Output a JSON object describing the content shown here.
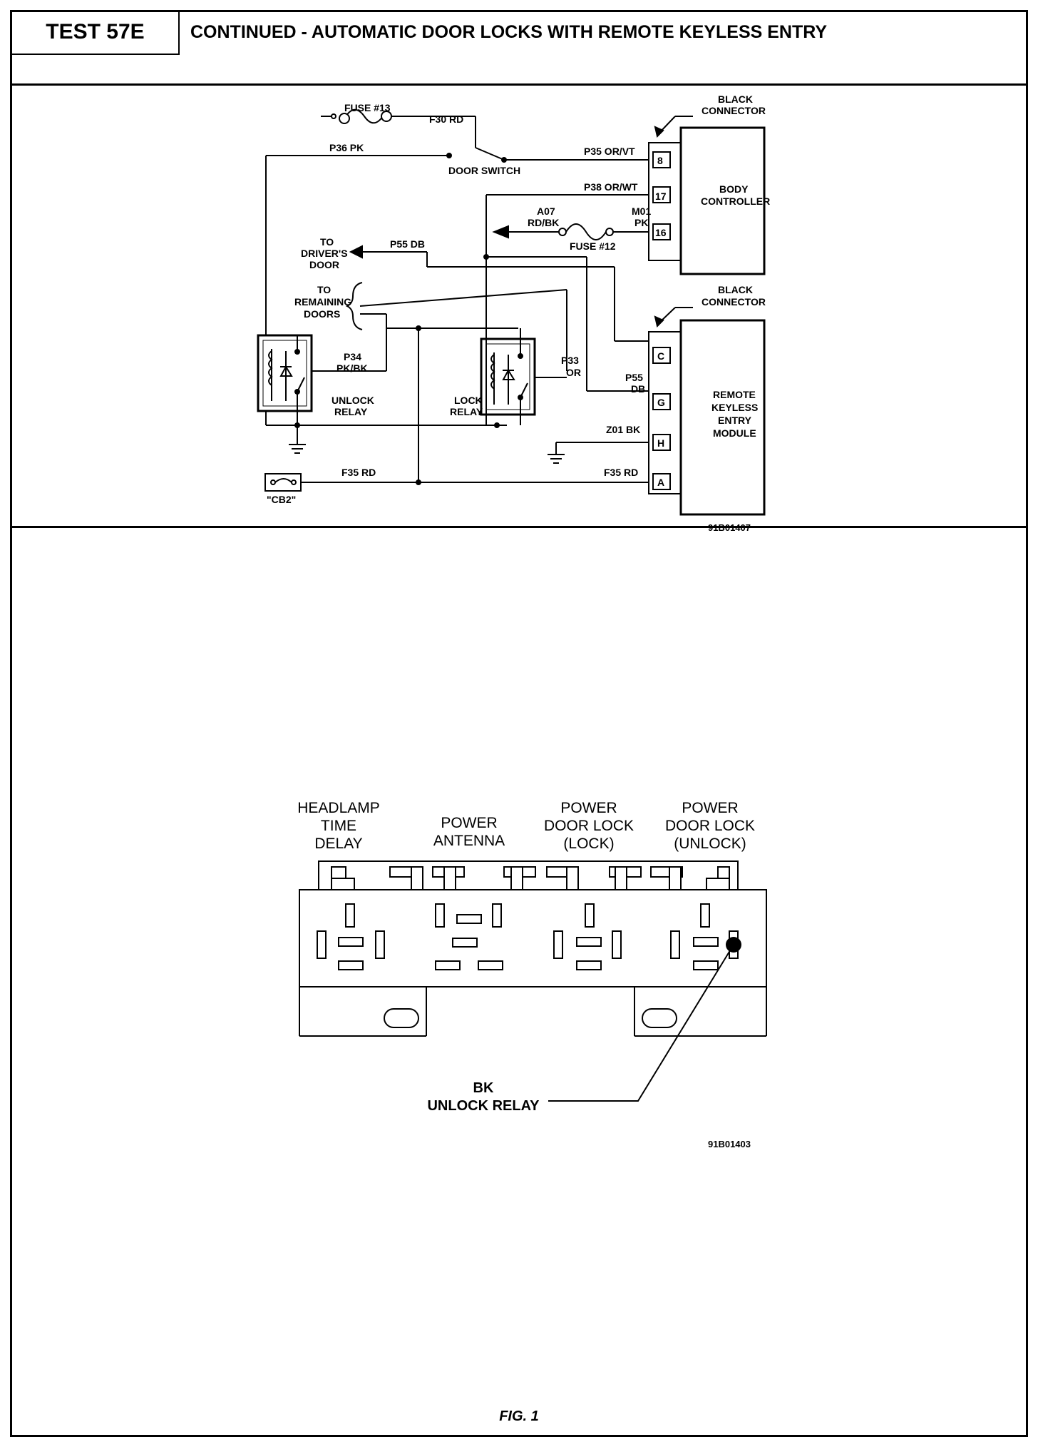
{
  "header": {
    "test_label": "TEST 57E",
    "title": "CONTINUED - AUTOMATIC DOOR LOCKS WITH REMOTE KEYLESS ENTRY"
  },
  "schematic": {
    "fuse13": "FUSE #13",
    "f30": "F30 RD",
    "p36": "P36 PK",
    "door_switch": "DOOR SWITCH",
    "p35": "P35 OR/VT",
    "p38": "P38 OR/WT",
    "a07": "A07",
    "a07_color": "RD/BK",
    "m01": "M01",
    "m01_color": "PK",
    "fuse12": "FUSE #12",
    "black_connector_1": [
      "BLACK",
      "CONNECTOR"
    ],
    "body_controller": [
      "BODY",
      "CONTROLLER"
    ],
    "pin8": "8",
    "pin17": "17",
    "pin16": "16",
    "to_drivers_door": [
      "TO",
      "DRIVER'S",
      "DOOR"
    ],
    "p55_top": "P55 DB",
    "to_remaining_doors": [
      "TO",
      "REMAINING",
      "DOORS"
    ],
    "black_connector_2": [
      "BLACK",
      "CONNECTOR"
    ],
    "p34": [
      "P34",
      "PK/BK"
    ],
    "unlock_relay": [
      "UNLOCK",
      "RELAY"
    ],
    "lock_relay": [
      "LOCK",
      "RELAY"
    ],
    "p33": [
      "P33",
      "OR"
    ],
    "p55_right": [
      "P55",
      "DB"
    ],
    "z01": "Z01 BK",
    "f35_left": "F35 RD",
    "f35_right": "F35 RD",
    "cb2": "\"CB2\"",
    "pinC": "C",
    "pinG": "G",
    "pinH": "H",
    "pinA": "A",
    "rke_module": [
      "REMOTE",
      "KEYLESS",
      "ENTRY",
      "MODULE"
    ],
    "drawing_id": "91B01407"
  },
  "relay_block": {
    "labels": [
      [
        "HEADLAMP",
        "TIME",
        "DELAY"
      ],
      [
        "POWER",
        "ANTENNA"
      ],
      [
        "POWER",
        "DOOR LOCK",
        "(LOCK)"
      ],
      [
        "POWER",
        "DOOR LOCK",
        "(UNLOCK)"
      ]
    ],
    "callout": [
      "BK",
      "UNLOCK RELAY"
    ],
    "drawing_id": "91B01403"
  },
  "figure_caption": "FIG. 1"
}
